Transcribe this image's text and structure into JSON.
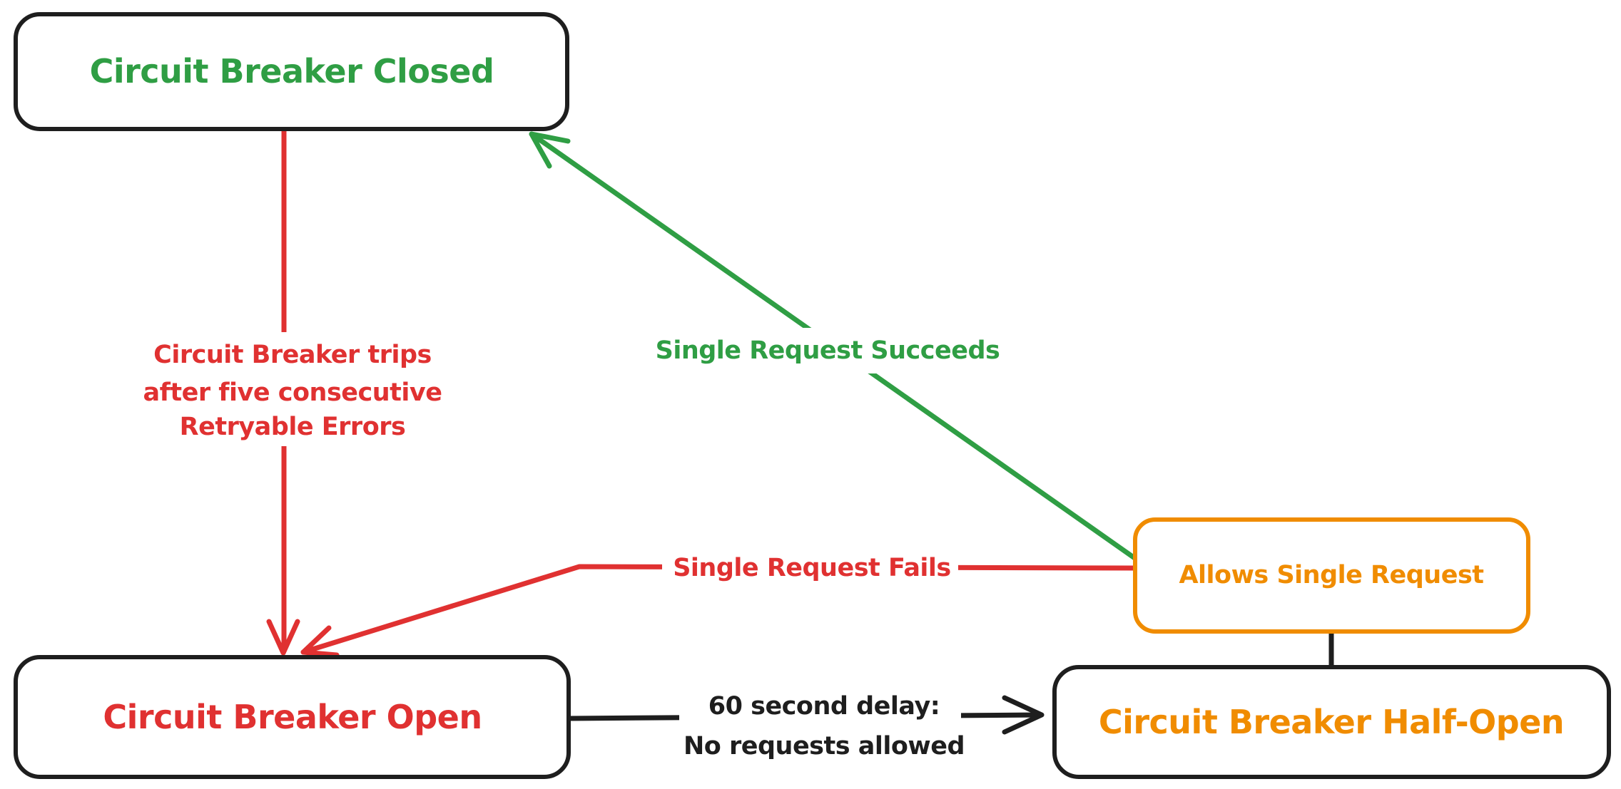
{
  "diagram": {
    "title_hint": "Circuit breaker state machine",
    "colors": {
      "green": "#2f9e44",
      "red": "#e03131",
      "orange": "#f08c00",
      "black": "#1e1e1e",
      "background": "#ffffff"
    },
    "nodes": {
      "closed": {
        "label": "Circuit Breaker Closed",
        "text_color": "#2f9e44",
        "border_color": "#1e1e1e"
      },
      "open": {
        "label": "Circuit Breaker Open",
        "text_color": "#e03131",
        "border_color": "#1e1e1e"
      },
      "half_open": {
        "label": "Circuit Breaker Half-Open",
        "text_color": "#f08c00",
        "border_color": "#1e1e1e"
      },
      "allows": {
        "label": "Allows Single Request",
        "text_color": "#f08c00",
        "border_color": "#f08c00"
      }
    },
    "edges": {
      "trip": {
        "from": "closed",
        "to": "open",
        "color": "#e03131",
        "label_lines": [
          "Circuit Breaker trips",
          "after five consecutive",
          "Retryable Errors"
        ]
      },
      "succeed": {
        "from": "allows",
        "to": "closed",
        "color": "#2f9e44",
        "label": "Single Request Succeeds"
      },
      "fail": {
        "from": "allows",
        "to": "open",
        "color": "#e03131",
        "label": "Single Request Fails"
      },
      "delay": {
        "from": "open",
        "to": "half_open",
        "color": "#1e1e1e",
        "label_lines": [
          "60 second delay:",
          "No requests allowed"
        ]
      },
      "probe": {
        "from": "half_open",
        "to": "allows",
        "color": "#1e1e1e",
        "label": ""
      }
    }
  }
}
